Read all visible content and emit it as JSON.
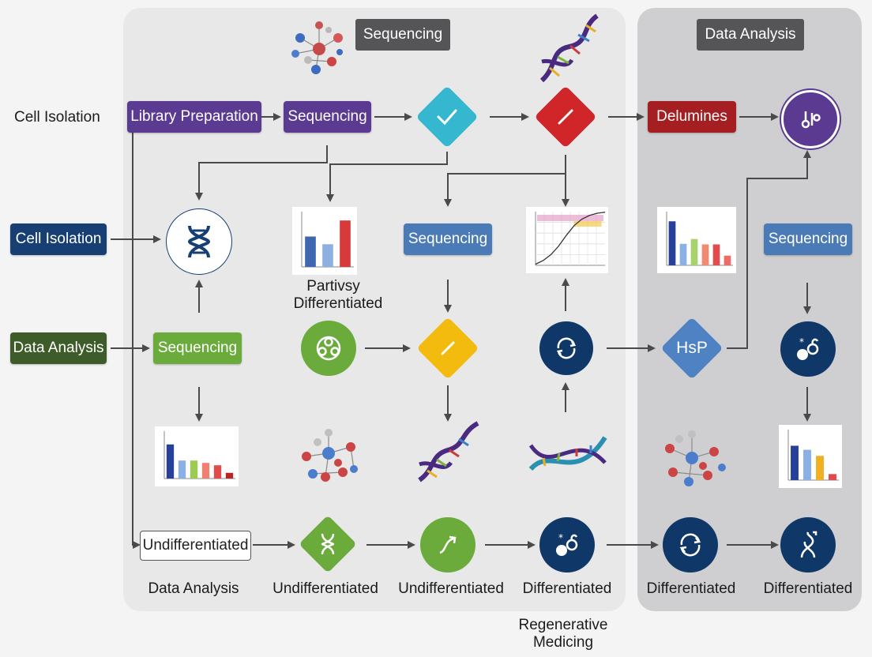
{
  "panels": {
    "sequencing_title": "Sequencing",
    "analysis_title": "Data Analysis"
  },
  "row1": {
    "left_label": "Cell Isolation",
    "library_prep": "Library Preparation",
    "sequencing": "Sequencing",
    "delumines": "Delumines"
  },
  "row2": {
    "cell_isolation": "Cell Isolation",
    "sequencing_mid": "Sequencing",
    "sequencing_right": "Sequencing",
    "chart_caption_1": "Partivsy",
    "chart_caption_2": "Differentiated"
  },
  "row3": {
    "data_analysis": "Data Analysis",
    "sequencing": "Sequencing",
    "hsp": "HsP"
  },
  "row5": {
    "undifferentiated_box": "Undifferentiated",
    "captions": [
      "Data Analysis",
      "Undifferentiated",
      "Undifferentiated",
      "Differentiated",
      "Differentiated",
      "Differentiated"
    ]
  },
  "footer": {
    "line1": "Regenerative",
    "line2": "Medicing"
  },
  "colors": {
    "purple": "#5b3a91",
    "navy": "#173f73",
    "green": "#6bab3c",
    "dark_green": "#3e5c2a",
    "teal": "#35b8cf",
    "red": "#d0262a",
    "dark_red": "#a51f22",
    "yellow": "#f3bb0d",
    "steel_blue": "#4b7bb6",
    "diamond_blue": "#4e82c2",
    "circle_navy": "#0f3868"
  },
  "chart_data": [
    {
      "type": "bar",
      "values": [
        55,
        41,
        84
      ],
      "colors": [
        "#3f67b0",
        "#8eb0e0",
        "#d63a3a"
      ],
      "ylim": [
        0,
        100
      ]
    },
    {
      "type": "bar",
      "values": [
        72,
        38,
        38,
        33,
        28,
        12
      ],
      "colors": [
        "#27409a",
        "#8ab0e6",
        "#9ccb52",
        "#f0806f",
        "#e24b4b",
        "#b82626"
      ],
      "ylim": [
        0,
        100
      ]
    },
    {
      "type": "bar",
      "values": [
        82,
        40,
        49,
        39,
        39,
        18
      ],
      "colors": [
        "#27409a",
        "#8ab0e6",
        "#a8d26a",
        "#f08a70",
        "#e24b4b",
        "#f06a6a"
      ],
      "ylim": [
        0,
        100
      ]
    },
    {
      "type": "bar",
      "values": [
        68,
        60,
        48,
        12
      ],
      "colors": [
        "#27409a",
        "#8ab0e6",
        "#f0b020",
        "#e24b4b"
      ],
      "ylim": [
        0,
        100
      ]
    },
    {
      "type": "line",
      "values": [
        2,
        9,
        20,
        36,
        56,
        74,
        86,
        93,
        97,
        99
      ],
      "ylim": [
        0,
        100
      ]
    }
  ]
}
